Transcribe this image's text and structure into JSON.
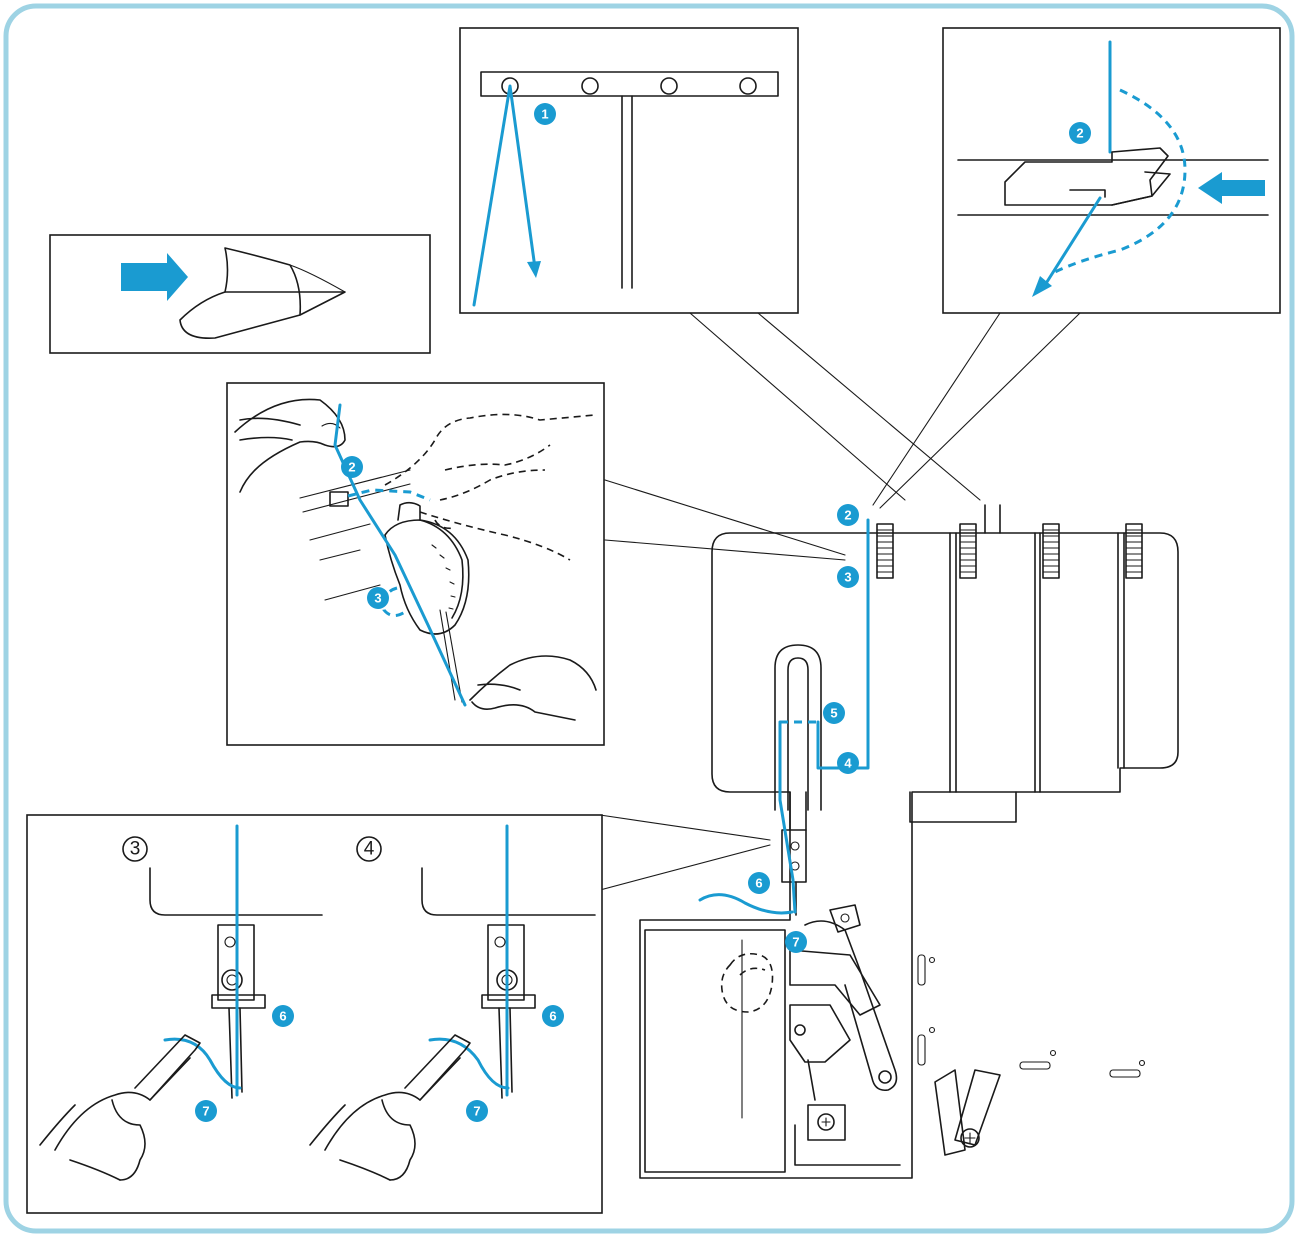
{
  "colors": {
    "frame": "#9ed3e4",
    "thread": "#1a9bd1",
    "badge": "#1a9bd1",
    "line": "#1a1a1a"
  },
  "badges": {
    "guide_hole": "1",
    "top_step": "2",
    "dial_step": "3",
    "machine_step_2": "2",
    "machine_step_3": "3",
    "machine_step_4": "4",
    "machine_step_5": "5",
    "machine_step_6": "6",
    "machine_step_7": "7",
    "hand_step_2": "2",
    "hand_step_3": "3",
    "needle3_step_6": "6",
    "needle3_step_7": "7",
    "needle4_step_6": "6",
    "needle4_step_7": "7"
  },
  "needle_labels": {
    "left": "3",
    "right": "4"
  },
  "icons": [
    "arrow-right-icon",
    "thread-guide-icon",
    "tension-dial-icon",
    "tweezers-icon"
  ]
}
